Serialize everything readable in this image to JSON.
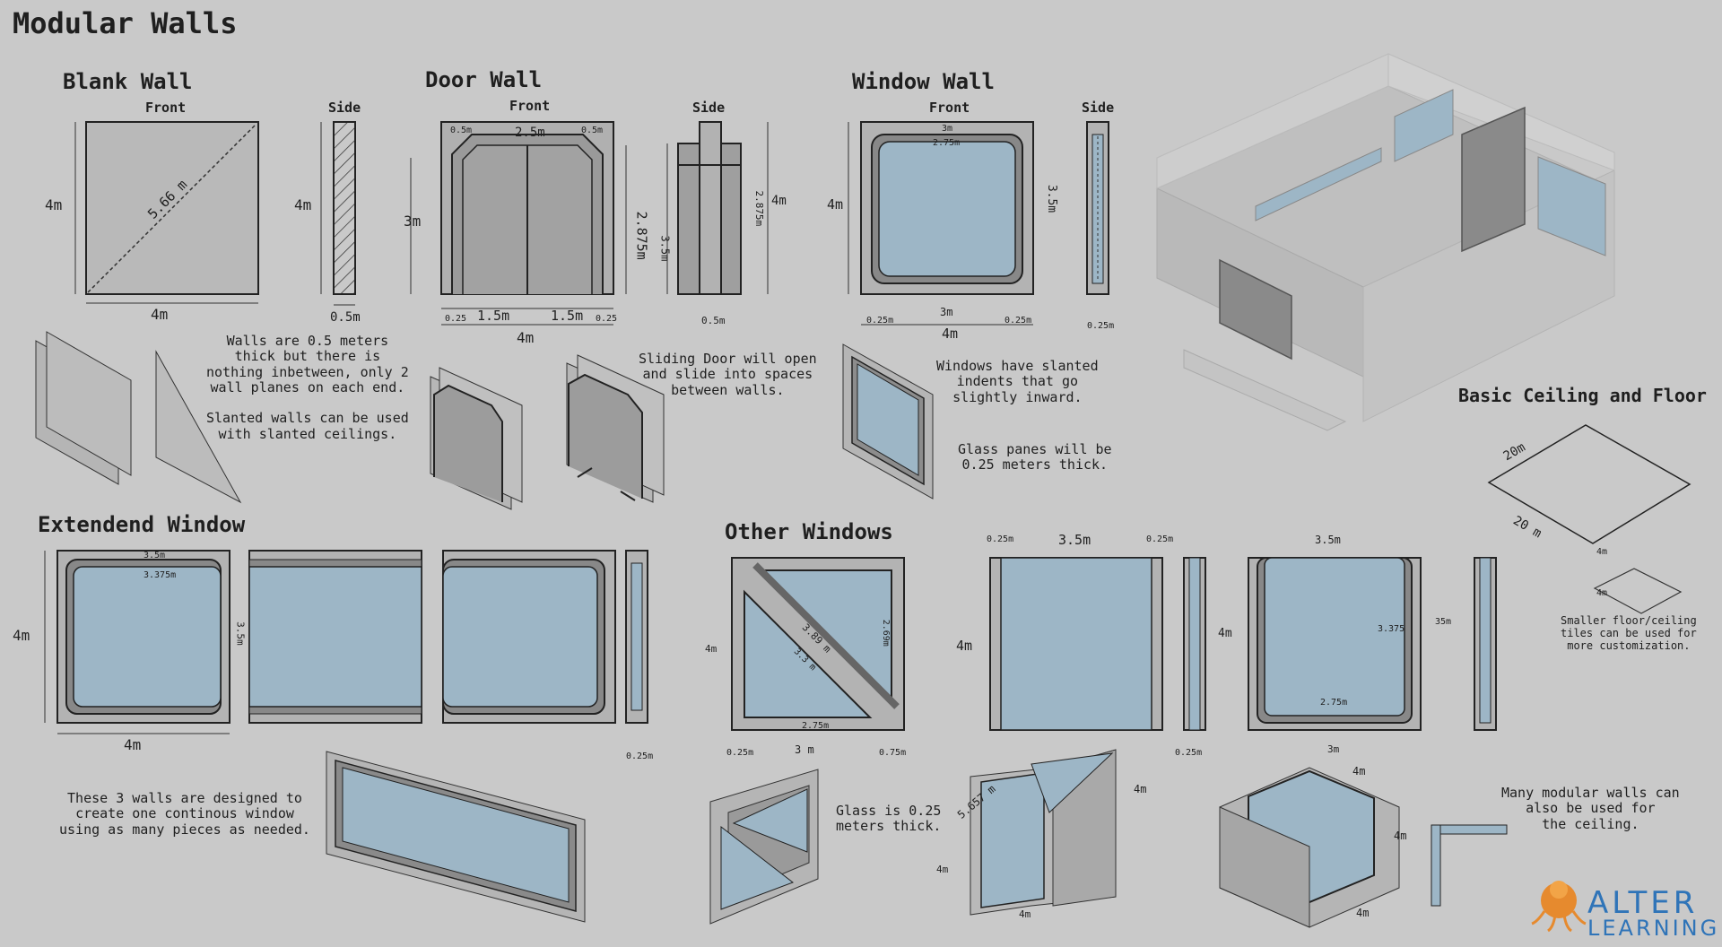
{
  "page_title": "Modular Walls",
  "blank_wall": {
    "title": "Blank Wall",
    "front": "Front",
    "side": "Side",
    "height": "4m",
    "width": "4m",
    "diagonal": "5.66 m",
    "side_height": "4m",
    "thickness": "0.5m",
    "note": "Walls are 0.5 meters\nthick but there is\nnothing inbetween, only 2\nwall planes on each end.\n\nSlanted walls can be used\nwith slanted ceilings."
  },
  "door_wall": {
    "title": "Door Wall",
    "front": "Front",
    "side": "Side",
    "top_width": "2.5m",
    "top_left": "0.5m",
    "top_right": "0.5m",
    "height": "3m",
    "inner_height": "2.875m",
    "opening_left": "1.5m",
    "opening_right": "1.5m",
    "edge_left": "0.25",
    "edge_right": "0.25",
    "width": "4m",
    "side_height": "3.5m",
    "side_inner": "2.875m",
    "side_total": "4m",
    "side_thickness": "0.5m",
    "note": "Sliding Door will open\nand slide into spaces\nbetween walls."
  },
  "window_wall": {
    "title": "Window Wall",
    "front": "Front",
    "side": "Side",
    "height": "4m",
    "top": "3m",
    "inner_top": "2.75m",
    "inner": "3.5m",
    "bottom": "3m",
    "edge_left": "0.25m",
    "edge_right": "0.25m",
    "width": "4m",
    "side_thickness": "0.25m",
    "note1": "Windows have slanted\nindents that go\nslightly inward.",
    "note2": "Glass panes will be\n0.25 meters thick."
  },
  "extended_window": {
    "title": "Extendend Window",
    "height": "4m",
    "top": "3.5m",
    "inner_top": "3.375m",
    "side": "3.5m",
    "width": "4m",
    "side_thickness": "0.25m",
    "note": "These 3 walls are designed to\ncreate one continous window\nusing as many pieces as needed."
  },
  "other_windows": {
    "title": "Other Windows",
    "height": "4m",
    "diag1": "3.89 m",
    "diag2": "3.3 m",
    "bottom": "2.75m",
    "inner_side": "2.69m",
    "total_bottom": "3 m",
    "edge_left": "0.25m",
    "edge_right": "0.75m",
    "square_top": "3.5m",
    "square_edge_left": "0.25m",
    "square_edge_right": "0.25m",
    "square_height": "4m",
    "frame_top": "3.5m",
    "frame_bottom": "2.75m",
    "frame_side": "3.375",
    "frame_height": "4m",
    "frame_right": "35m",
    "frame_total": "3m",
    "thickness": "0.25m",
    "note": "Glass is 0.25\nmeters thick.",
    "slanted_len": "5.657 m",
    "slanted_h": "4m",
    "slanted_w": "4m",
    "slanted_side": "4m",
    "corner_note": "Many modular walls can\nalso be used for\nthe ceiling.",
    "corner_w": "4m",
    "corner_h": "4m",
    "corner_d": "4m"
  },
  "ceiling": {
    "title": "Basic Ceiling and Floor",
    "big_w": "20m",
    "big_d": "20 m",
    "small_w": "4m",
    "small_d": "4m",
    "note": "Smaller floor/ceiling\ntiles can be used for\nmore customization."
  },
  "logo": {
    "line1": "ALTER",
    "line2": "LEARNING"
  },
  "colors": {
    "background": "#c9c9c9",
    "wall": "#a7a7a7",
    "glass": "#9db6c6",
    "line": "#222222",
    "logo_blue": "#2f74b8",
    "logo_orange": "#e68a2e"
  }
}
